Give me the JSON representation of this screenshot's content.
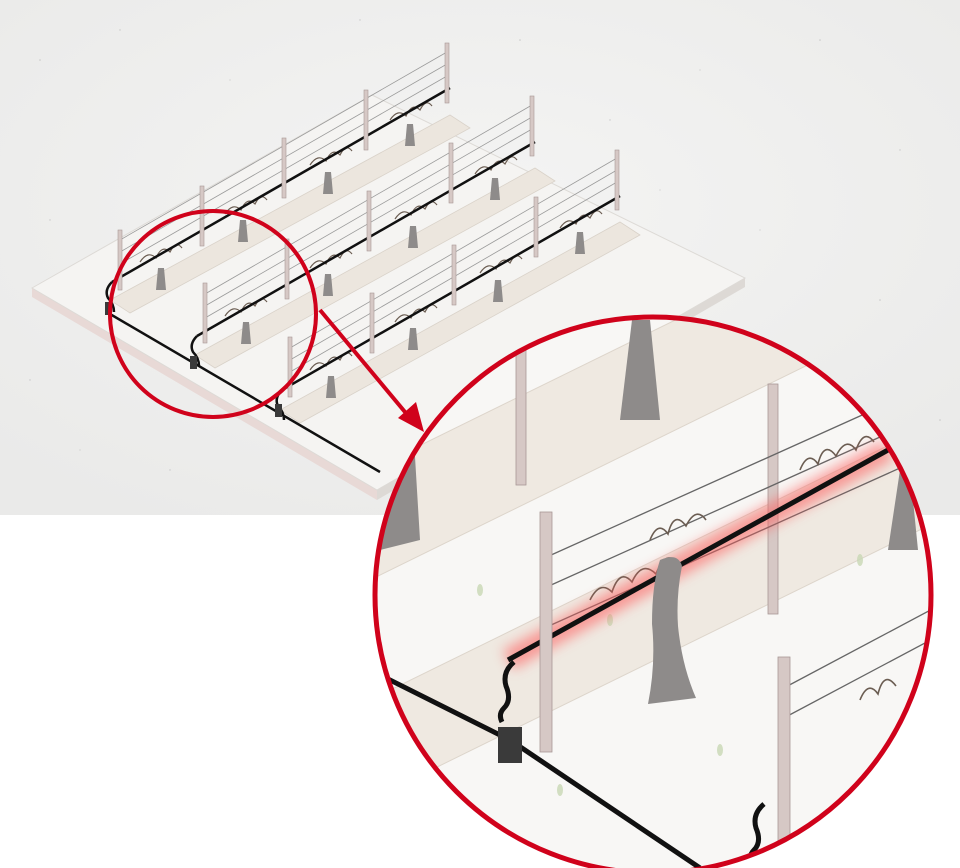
{
  "illustration": {
    "subject": "vineyard-trellis-rows-with-drip-irrigation",
    "callout": {
      "shape": "circle",
      "arrow": "red-arrow"
    },
    "colors": {
      "background_paper": "#efefef",
      "platform_top": "#f3f2f0",
      "platform_side": "#e6e3df",
      "row_strip": "#ebe6df",
      "post": "#d6c8c5",
      "post_edge": "#a89896",
      "trunk": "#8e8b8a",
      "foliage": "#6b5d52",
      "irrigation_hose": "#111111",
      "valve_box": "#3a3a3a",
      "callout_red": "#d0021b",
      "glow_red": "#ff5a5a"
    },
    "rows": 3,
    "posts_per_row": 5,
    "vines_per_row": 4,
    "highlighted_element": "drip-irrigation-line"
  }
}
